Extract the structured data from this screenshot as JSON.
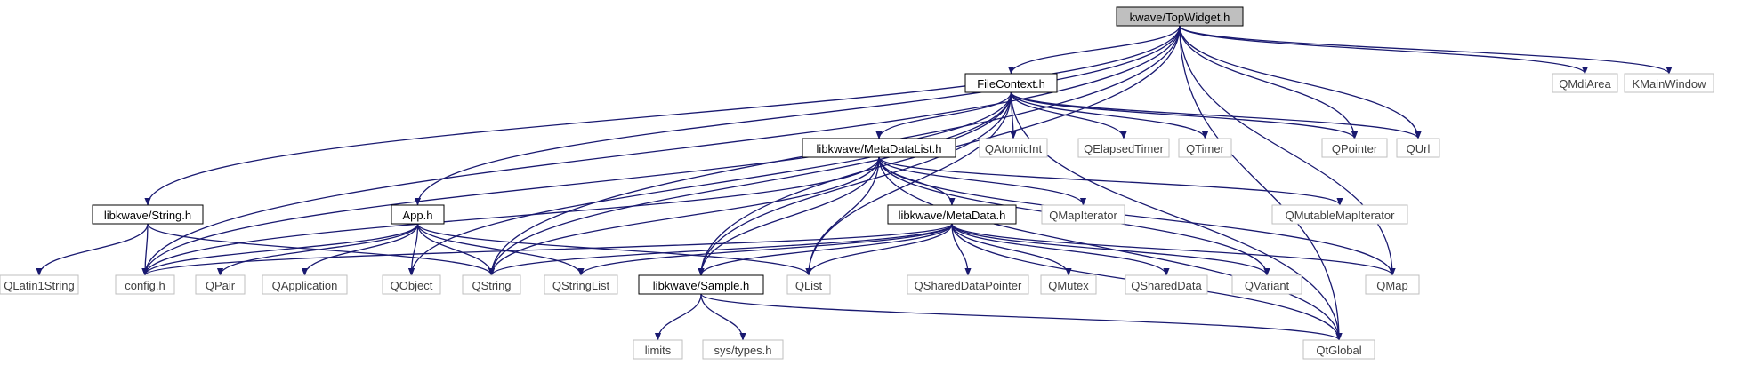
{
  "colors": {
    "edge": "#191970",
    "root_fill": "#bfbfbf",
    "documented_border": "#000000",
    "external_border": "#bfbfbf",
    "external_text": "#3f3f3f",
    "node_fill": "#ffffff"
  },
  "nodes": {
    "topwidget": {
      "label": "kwave/TopWidget.h",
      "kind": "root"
    },
    "filecontext": {
      "label": "FileContext.h",
      "kind": "documented"
    },
    "string": {
      "label": "libkwave/String.h",
      "kind": "documented"
    },
    "app": {
      "label": "App.h",
      "kind": "documented"
    },
    "metadatalist": {
      "label": "libkwave/MetaDataList.h",
      "kind": "documented"
    },
    "metadata": {
      "label": "libkwave/MetaData.h",
      "kind": "documented"
    },
    "sample": {
      "label": "libkwave/Sample.h",
      "kind": "documented"
    },
    "qmdiarea": {
      "label": "QMdiArea",
      "kind": "external"
    },
    "kmainwindow": {
      "label": "KMainWindow",
      "kind": "external"
    },
    "qatomicint": {
      "label": "QAtomicInt",
      "kind": "external"
    },
    "qelapsedtimer": {
      "label": "QElapsedTimer",
      "kind": "external"
    },
    "qtimer": {
      "label": "QTimer",
      "kind": "external"
    },
    "qpointer": {
      "label": "QPointer",
      "kind": "external"
    },
    "qurl": {
      "label": "QUrl",
      "kind": "external"
    },
    "qmapiterator": {
      "label": "QMapIterator",
      "kind": "external"
    },
    "qmutablemapiterator": {
      "label": "QMutableMapIterator",
      "kind": "external"
    },
    "qlatin1string": {
      "label": "QLatin1String",
      "kind": "external"
    },
    "config": {
      "label": "config.h",
      "kind": "external"
    },
    "qpair": {
      "label": "QPair",
      "kind": "external"
    },
    "qapplication": {
      "label": "QApplication",
      "kind": "external"
    },
    "qobject": {
      "label": "QObject",
      "kind": "external"
    },
    "qstring": {
      "label": "QString",
      "kind": "external"
    },
    "qstringlist": {
      "label": "QStringList",
      "kind": "external"
    },
    "qlist": {
      "label": "QList",
      "kind": "external"
    },
    "qshareddatapointer": {
      "label": "QSharedDataPointer",
      "kind": "external"
    },
    "qmutex": {
      "label": "QMutex",
      "kind": "external"
    },
    "qshareddata": {
      "label": "QSharedData",
      "kind": "external"
    },
    "qvariant": {
      "label": "QVariant",
      "kind": "external"
    },
    "qmap": {
      "label": "QMap",
      "kind": "external"
    },
    "limits": {
      "label": "limits",
      "kind": "external"
    },
    "systypes": {
      "label": "sys/types.h",
      "kind": "external"
    },
    "qtglobal": {
      "label": "QtGlobal",
      "kind": "external"
    }
  },
  "edges": [
    [
      "topwidget",
      "filecontext"
    ],
    [
      "topwidget",
      "string"
    ],
    [
      "topwidget",
      "app"
    ],
    [
      "topwidget",
      "config"
    ],
    [
      "topwidget",
      "qstring"
    ],
    [
      "topwidget",
      "sample"
    ],
    [
      "topwidget",
      "qmdiarea"
    ],
    [
      "topwidget",
      "kmainwindow"
    ],
    [
      "topwidget",
      "qpointer"
    ],
    [
      "topwidget",
      "qurl"
    ],
    [
      "topwidget",
      "qmap"
    ],
    [
      "topwidget",
      "qtglobal"
    ],
    [
      "filecontext",
      "metadatalist"
    ],
    [
      "filecontext",
      "qatomicint"
    ],
    [
      "filecontext",
      "qelapsedtimer"
    ],
    [
      "filecontext",
      "qtimer"
    ],
    [
      "filecontext",
      "qpointer"
    ],
    [
      "filecontext",
      "qurl"
    ],
    [
      "filecontext",
      "config"
    ],
    [
      "filecontext",
      "qobject"
    ],
    [
      "filecontext",
      "qstring"
    ],
    [
      "filecontext",
      "sample"
    ],
    [
      "filecontext",
      "qlist"
    ],
    [
      "filecontext",
      "qtglobal"
    ],
    [
      "string",
      "qlatin1string"
    ],
    [
      "string",
      "config"
    ],
    [
      "string",
      "qstring"
    ],
    [
      "app",
      "config"
    ],
    [
      "app",
      "qpair"
    ],
    [
      "app",
      "qapplication"
    ],
    [
      "app",
      "qobject"
    ],
    [
      "app",
      "qstring"
    ],
    [
      "app",
      "qstringlist"
    ],
    [
      "app",
      "qlist"
    ],
    [
      "metadatalist",
      "metadata"
    ],
    [
      "metadatalist",
      "qmapiterator"
    ],
    [
      "metadatalist",
      "qmutablemapiterator"
    ],
    [
      "metadatalist",
      "config"
    ],
    [
      "metadatalist",
      "qstring"
    ],
    [
      "metadatalist",
      "sample"
    ],
    [
      "metadatalist",
      "qlist"
    ],
    [
      "metadatalist",
      "qvariant"
    ],
    [
      "metadatalist",
      "qmap"
    ],
    [
      "metadatalist",
      "qtglobal"
    ],
    [
      "metadata",
      "config"
    ],
    [
      "metadata",
      "qstring"
    ],
    [
      "metadata",
      "qstringlist"
    ],
    [
      "metadata",
      "sample"
    ],
    [
      "metadata",
      "qlist"
    ],
    [
      "metadata",
      "qshareddatapointer"
    ],
    [
      "metadata",
      "qmutex"
    ],
    [
      "metadata",
      "qshareddata"
    ],
    [
      "metadata",
      "qvariant"
    ],
    [
      "metadata",
      "qmap"
    ],
    [
      "metadata",
      "qtglobal"
    ],
    [
      "sample",
      "limits"
    ],
    [
      "sample",
      "systypes"
    ],
    [
      "sample",
      "qtglobal"
    ]
  ]
}
